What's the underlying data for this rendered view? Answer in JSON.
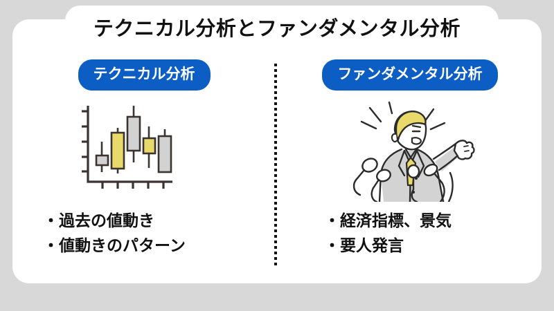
{
  "page": {
    "background_color": "#d8d8d8",
    "card_color": "#ffffff",
    "accent_color": "#0d5ec4",
    "text_color": "#111111",
    "title": "テクニカル分析とファンダメンタル分析"
  },
  "divider": {
    "style": "dotted-vertical",
    "color": "#111111"
  },
  "columns": [
    {
      "id": "technical",
      "pill_label": "テクニカル分析",
      "illustration": "candlestick-chart-icon",
      "bullets": [
        "・過去の値動き",
        "・値動きのパターン"
      ]
    },
    {
      "id": "fundamental",
      "pill_label": "ファンダメンタル分析",
      "illustration": "press-conference-speaker-icon",
      "bullets": [
        "・経済指標、景気",
        "・要人発言"
      ]
    }
  ],
  "chart_data": {
    "type": "candlestick",
    "title": "",
    "xlabel": "",
    "ylabel": "",
    "grid": false,
    "axis_color": "#3b3330",
    "y_ticks": 5,
    "x_ticks": 5,
    "body_colors": {
      "up": "#e8d96a",
      "down": "#d2d2d2"
    },
    "candles": [
      {
        "index": 1,
        "open": 22,
        "high": 38,
        "low": 10,
        "close": 18,
        "color": "#d2d2d2"
      },
      {
        "index": 2,
        "open": 20,
        "high": 62,
        "low": 12,
        "close": 58,
        "color": "#e8d96a"
      },
      {
        "index": 3,
        "open": 40,
        "high": 92,
        "low": 34,
        "close": 80,
        "color": "#d2d2d2"
      },
      {
        "index": 4,
        "open": 38,
        "high": 66,
        "low": 18,
        "close": 52,
        "color": "#e8d96a"
      },
      {
        "index": 5,
        "open": 58,
        "high": 64,
        "low": 14,
        "close": 16,
        "color": "#d2d2d2"
      }
    ]
  },
  "illustration_colors": {
    "line": "#2b2b2b",
    "suit": "#d3d3d3",
    "hair": "#e8d96a",
    "tie": "#e8d96a"
  }
}
